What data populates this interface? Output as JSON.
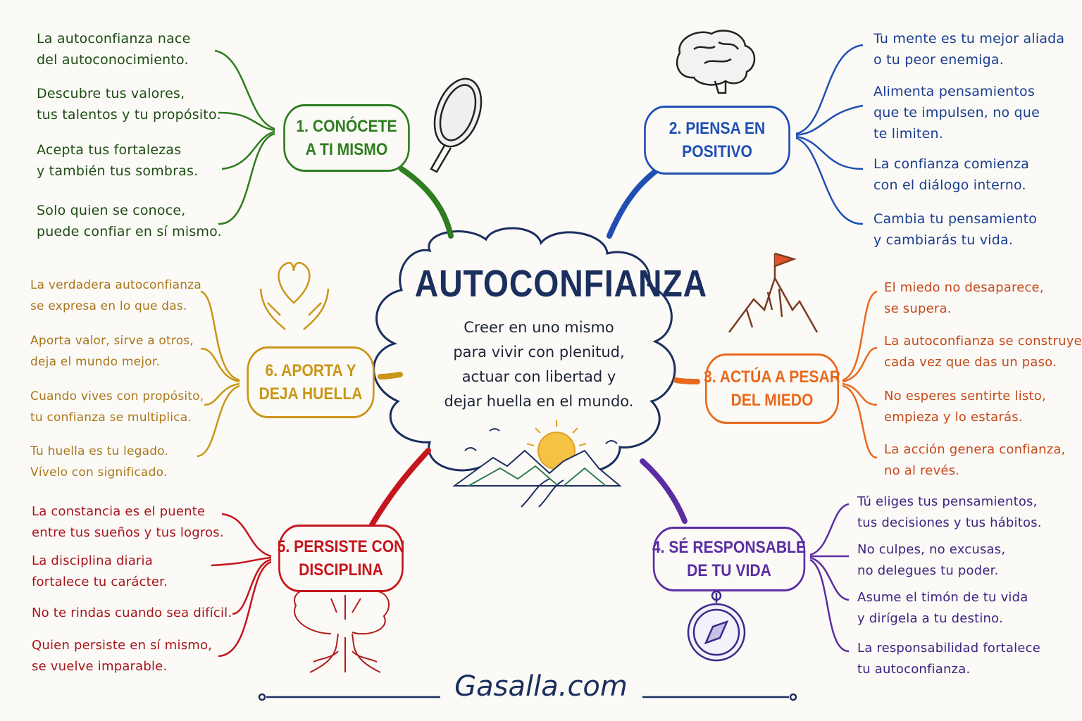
{
  "center": {
    "title": "AUTOCONFIANZA",
    "subtitle": "Creer en uno mismo\npara vivir con plenitud,\nactuar con libertad y\ndejar huella en el mundo."
  },
  "brand": "Gasalla.com",
  "colors": {
    "green": "#2e7d1f",
    "blue": "#1f4fb3",
    "orange": "#e8691c",
    "purple": "#5b2da3",
    "red": "#c4161c",
    "yellow": "#c99617",
    "navy": "#1b2f5e"
  },
  "branches": [
    {
      "label": "1. CONÓCETE\nA TI MISMO",
      "icon": "hand-mirror-icon",
      "items": [
        "La autoconfianza nace\ndel autoconocimiento.",
        "Descubre tus valores,\ntus talentos y tu propósito.",
        "Acepta tus fortalezas\ny también tus sombras.",
        "Solo quien se conoce,\npuede confiar en sí mismo."
      ]
    },
    {
      "label": "2. PIENSA EN\nPOSITIVO",
      "icon": "brain-icon",
      "items": [
        "Tu mente es tu mejor aliada\no tu peor enemiga.",
        "Alimenta pensamientos\nque te impulsen, no que\nte limiten.",
        "La confianza comienza\ncon el diálogo interno.",
        "Cambia tu pensamiento\ny cambiarás tu vida."
      ]
    },
    {
      "label": "3. ACTÚA A PESAR\nDEL MIEDO",
      "icon": "mountain-flag-icon",
      "items": [
        "El miedo no desaparece,\nse supera.",
        "La autoconfianza se construye\ncada vez que das un paso.",
        "No esperes sentirte listo,\nempieza y lo estarás.",
        "La acción genera confianza,\nno al revés."
      ]
    },
    {
      "label": "4. SÉ RESPONSABLE\nDE TU VIDA",
      "icon": "compass-icon",
      "items": [
        "Tú eliges tus pensamientos,\ntus decisiones y tus hábitos.",
        "No culpes, no excusas,\nno delegues tu poder.",
        "Asume el timón de tu vida\ny dirígela a tu destino.",
        "La responsabilidad fortalece\ntu autoconfianza."
      ]
    },
    {
      "label": "5. PERSISTE CON\nDISCIPLINA",
      "icon": "tree-icon",
      "items": [
        "La constancia es el puente\nentre tus sueños y tus logros.",
        "La disciplina diaria\nfortalece tu carácter.",
        "No te rindas cuando sea difícil.",
        "Quien persiste en sí mismo,\nse vuelve imparable."
      ]
    },
    {
      "label": "6. APORTA Y\nDEJA HUELLA",
      "icon": "heart-hands-icon",
      "items": [
        "La verdadera autoconfianza\nse expresa en lo que das.",
        "Aporta valor, sirve a otros,\ndeja el mundo mejor.",
        "Cuando vives con propósito,\ntu confianza se multiplica.",
        "Tu huella es tu legado.\nVívelo con significado."
      ]
    }
  ]
}
